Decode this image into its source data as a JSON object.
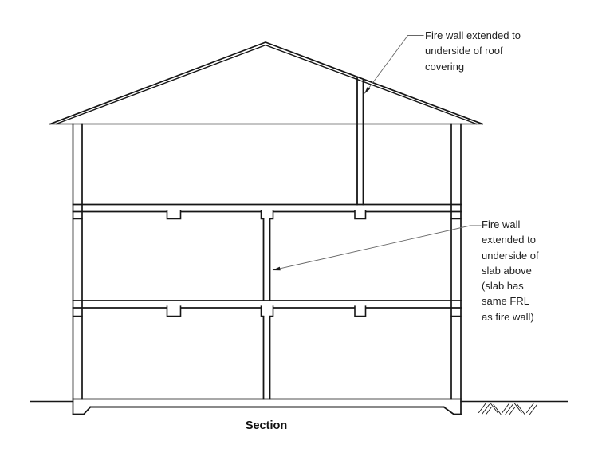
{
  "diagram": {
    "type": "building-fire-wall-section",
    "caption": "Section",
    "annotations": {
      "roof_fire_wall": {
        "lines": [
          "Fire wall extended to",
          "underside of roof",
          "covering"
        ]
      },
      "slab_fire_wall": {
        "lines": [
          "Fire wall",
          "extended to",
          "underside of",
          "slab above",
          "(slab has",
          "same FRL",
          "as fire wall)"
        ]
      }
    },
    "colors": {
      "line": "#161616",
      "leader": "#666666",
      "arrow": "#1a1a1a",
      "text": "#1f1f1f",
      "background": "#ffffff"
    }
  }
}
